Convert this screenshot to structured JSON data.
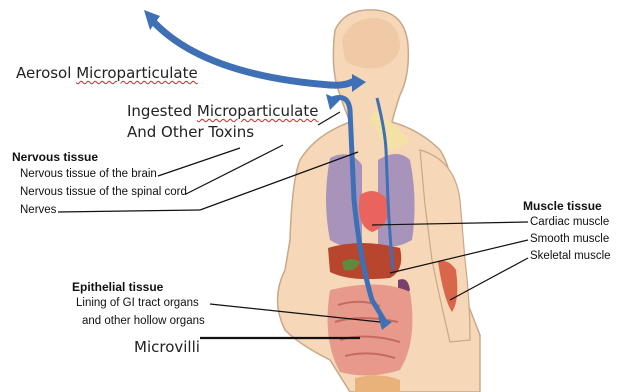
{
  "labels": {
    "aerosol_word": "Aerosol",
    "aerosol_micro": "Microparticulate",
    "ingested_word": "Ingested",
    "ingested_micro": "Microparticulate",
    "ingested_line2": "And Other Toxins",
    "nervous_header": "Nervous tissue",
    "nervous_items": [
      "Nervous tissue of the brain",
      "Nervous tissue of the spinal cord",
      "Nerves"
    ],
    "muscle_header": "Muscle tissue",
    "muscle_items": [
      "Cardiac muscle",
      "Smooth muscle",
      "Skeletal muscle"
    ],
    "epithelial_header": "Epithelial tissue",
    "epithelial_line1": "Lining of GI tract organs",
    "epithelial_line2": "and other hollow organs",
    "microvilli": "Microvilli"
  },
  "colors": {
    "skin": "#f6d7b8",
    "skin_outline": "#c9a88a",
    "lungs": "#a894bb",
    "heart": "#e8645c",
    "liver": "#b8452e",
    "intestine": "#e79a8c",
    "arrow": "#3f6fb5",
    "arm_muscle": "#d9664a"
  },
  "icons": [
    "arrow-icon"
  ]
}
